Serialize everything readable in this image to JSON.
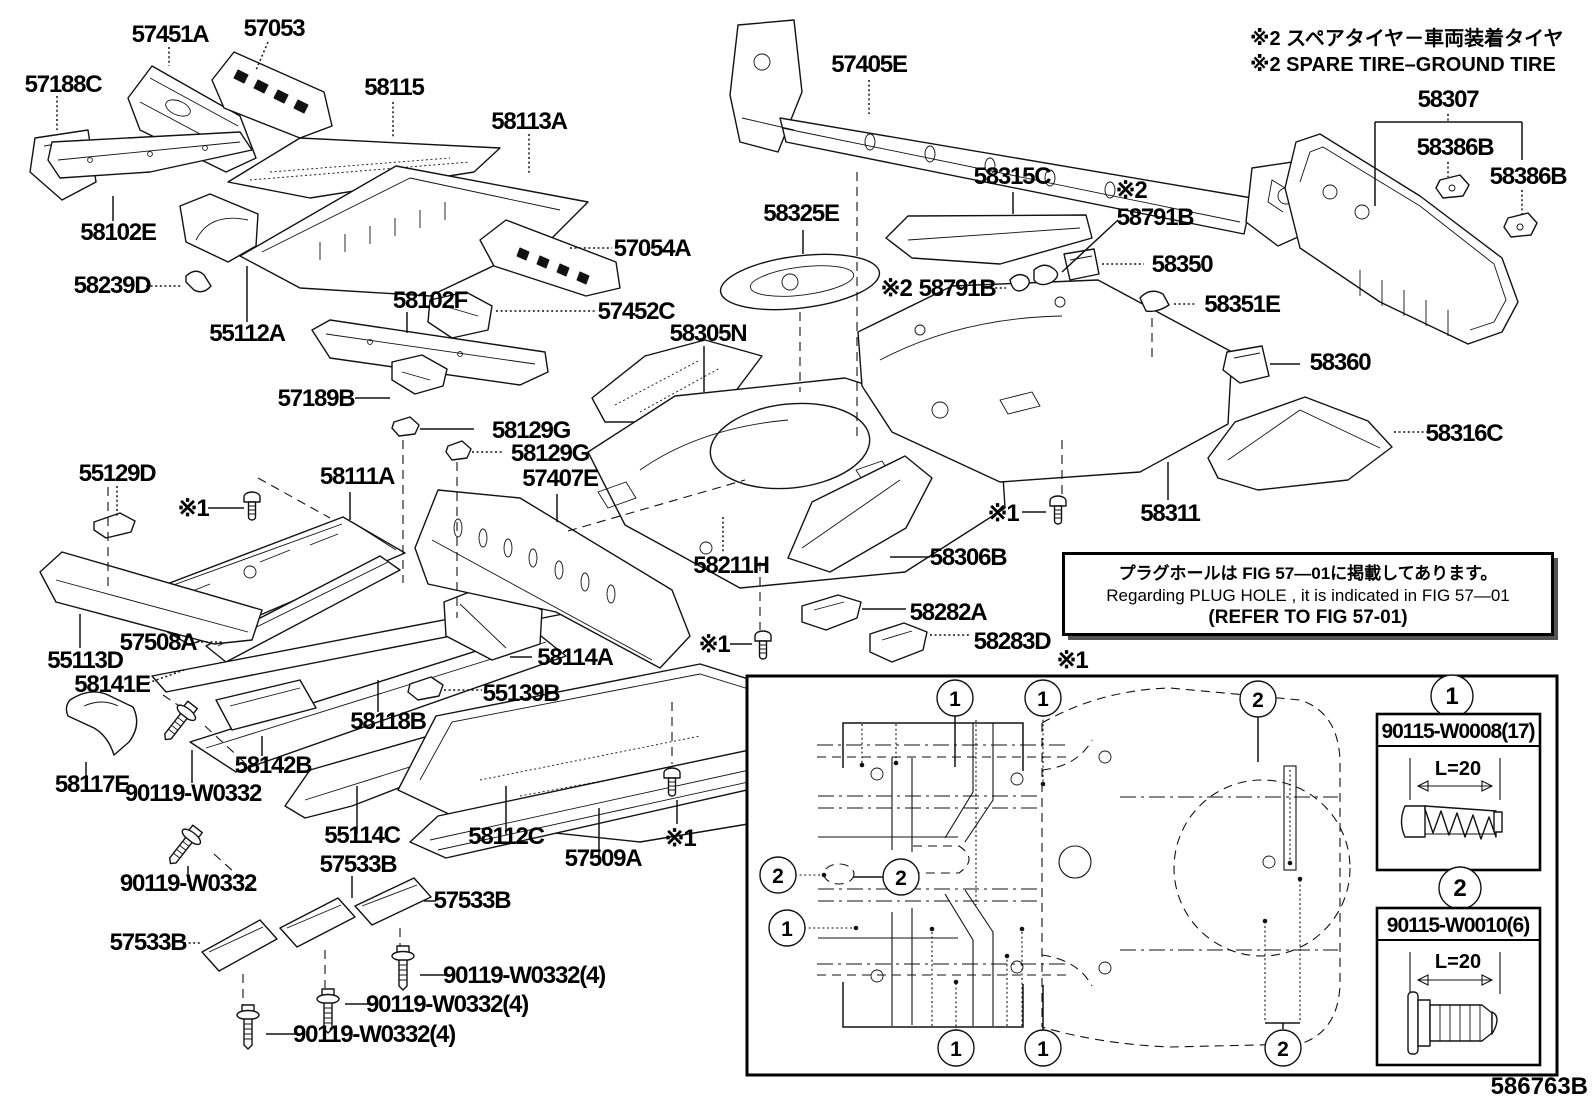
{
  "page": {
    "background": "#ffffff",
    "figure_code": "586763B"
  },
  "header_note": {
    "jp": "※2 スペアタイヤ－車両装着タイヤ",
    "en": "※2 SPARE TIRE–GROUND TIRE"
  },
  "plug_note": {
    "jp": "プラグホールは FIG  57—01に掲載してあります。",
    "en": "Regarding  PLUG  HOLE , it is indicated in FIG  57—01",
    "refer": "(REFER TO FIG 57-01)"
  },
  "marks": {
    "ref1": "※1",
    "ref2": "※2",
    "c1": "1",
    "c2": "2",
    "dim": "L=20"
  },
  "parts": {
    "57451A": "57451A",
    "57053": "57053",
    "57188C": "57188C",
    "58115": "58115",
    "58113A": "58113A",
    "58102E": "58102E",
    "58239D": "58239D",
    "55112A": "55112A",
    "58102F": "58102F",
    "57054A": "57054A",
    "57452C": "57452C",
    "58305N": "58305N",
    "57189B": "57189B",
    "58129G": "58129G",
    "55129D": "55129D",
    "58111A": "58111A",
    "57407E": "57407E",
    "58211H": "58211H",
    "58114A": "58114A",
    "55139B": "55139B",
    "58118B": "58118B",
    "58142B": "58142B",
    "57508A": "57508A",
    "55113D": "55113D",
    "58141E": "58141E",
    "58117E": "58117E",
    "90119-W0332": "90119-W0332",
    "55114C": "55114C",
    "57533B": "57533B",
    "58112C": "58112C",
    "57509A": "57509A",
    "90119-W0332(4)": "90119-W0332(4)",
    "57405E": "57405E",
    "58325E": "58325E",
    "58315C": "58315C",
    "58791B": "58791B",
    "58350": "58350",
    "58351E": "58351E",
    "58307": "58307",
    "58386B": "58386B",
    "58360": "58360",
    "58316C": "58316C",
    "58311": "58311",
    "58306B": "58306B",
    "58282A": "58282A",
    "58283D": "58283D"
  },
  "fastener_legend": [
    {
      "no": "1",
      "code": "90115-W0008(17)",
      "length": "L=20"
    },
    {
      "no": "2",
      "code": "90115-W0010(6)",
      "length": "L=20"
    }
  ]
}
